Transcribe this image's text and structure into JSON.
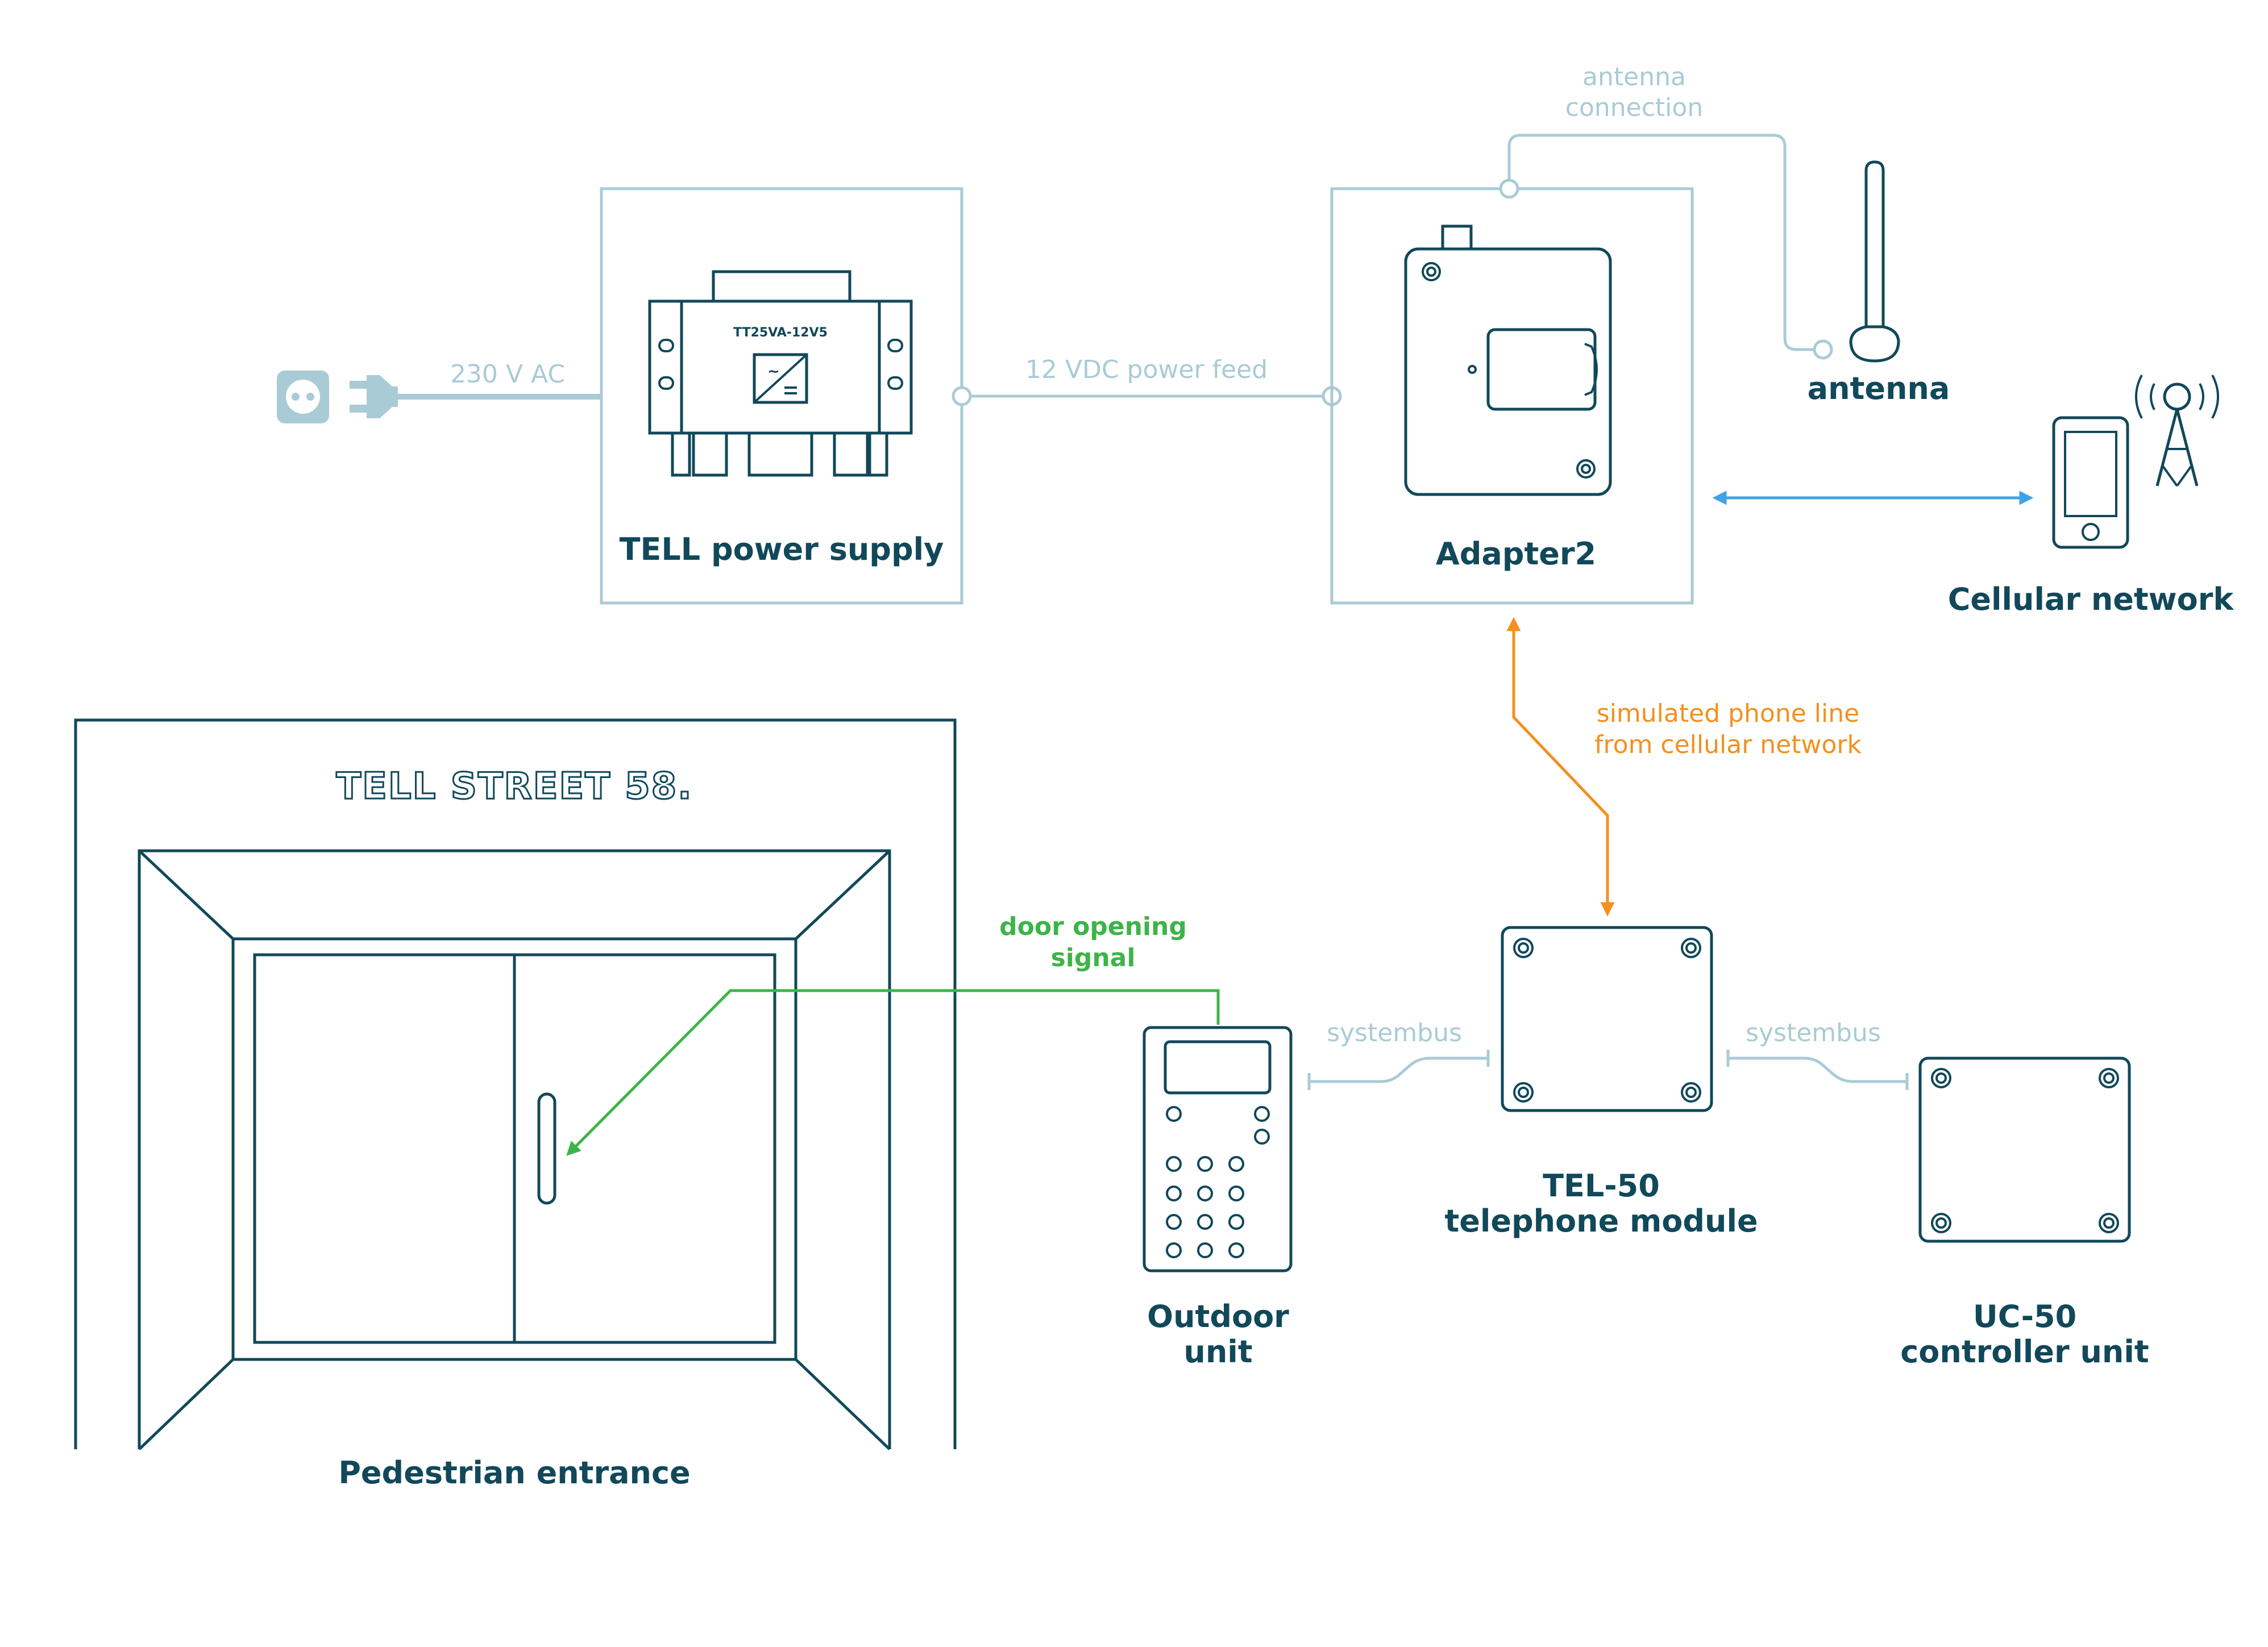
{
  "labels": {
    "ac": "230 V AC",
    "power_supply": "TELL power supply",
    "power_supply_model": "TT25VA-12V5",
    "power_feed": "12 VDC power feed",
    "antenna_connection_1": "antenna",
    "antenna_connection_2": "connection",
    "adapter": "Adapter2",
    "antenna": "antenna",
    "cellular": "Cellular network",
    "street": "TELL STREET 58.",
    "simulated_1": "simulated phone line",
    "simulated_2": "from cellular network",
    "door_signal_1": "door opening",
    "door_signal_2": "signal",
    "systembus_left": "systembus",
    "systembus_right": "systembus",
    "tel50_1": "TEL-50",
    "tel50_2": "telephone module",
    "outdoor_1": "Outdoor",
    "outdoor_2": "unit",
    "uc50_1": "UC-50",
    "uc50_2": "controller unit",
    "entrance": "Pedestrian entrance"
  },
  "icons": [
    "power-socket-icon",
    "power-plug-icon",
    "power-supply-device-icon",
    "adapter-device-icon",
    "antenna-icon",
    "smartphone-icon",
    "cell-tower-icon",
    "door-handle-icon",
    "outdoor-keypad-icon",
    "tel50-module-icon",
    "uc50-module-icon"
  ],
  "colors": {
    "dark": "#11485a",
    "grey": "#a9cbd6",
    "orange": "#f3901f",
    "green": "#3db449",
    "blue": "#3fa2e6"
  }
}
